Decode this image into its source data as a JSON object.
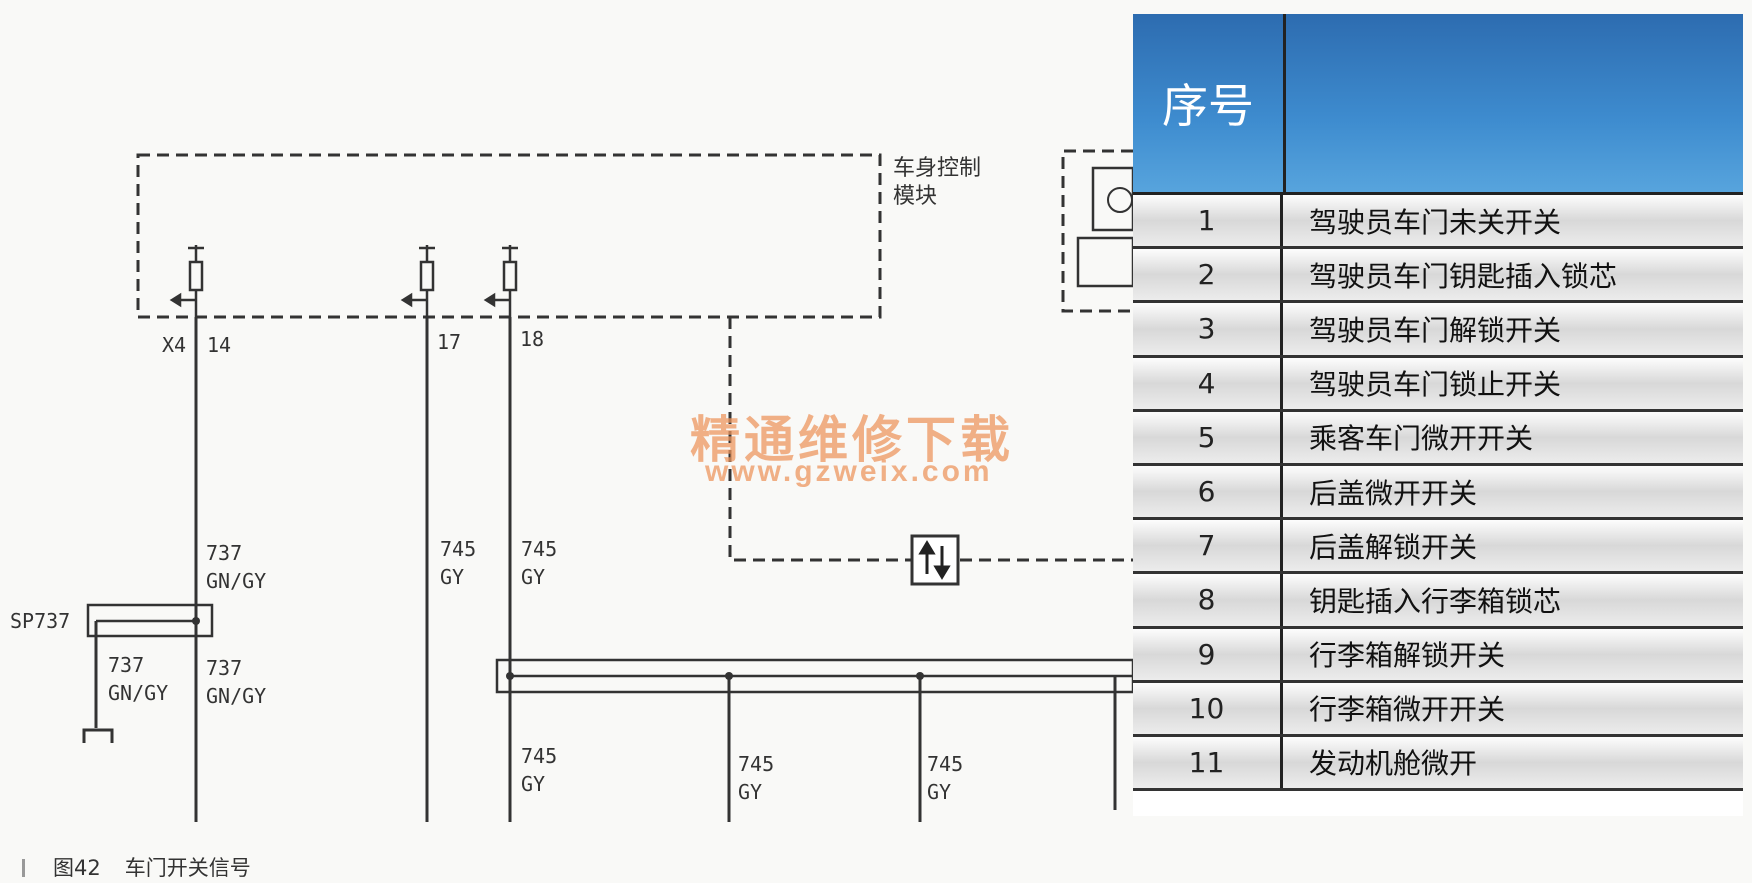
{
  "module": {
    "line1": "车身控制",
    "line2": "模块"
  },
  "connector": "X4",
  "pins": [
    "14",
    "17",
    "18"
  ],
  "wires": {
    "w737": "737",
    "gngy": "GN/GY",
    "w745": "745",
    "gy": "GY",
    "splice": "SP737"
  },
  "watermark": {
    "cn": "精通维修下载",
    "url": "www.gzweix.com"
  },
  "caption": {
    "figure": "图42",
    "title": "车门开关信号"
  },
  "table": {
    "header_no": "序号",
    "rows": [
      {
        "no": "1",
        "name": "驾驶员车门未关开关"
      },
      {
        "no": "2",
        "name": "驾驶员车门钥匙插入锁芯"
      },
      {
        "no": "3",
        "name": "驾驶员车门解锁开关"
      },
      {
        "no": "4",
        "name": "驾驶员车门锁止开关"
      },
      {
        "no": "5",
        "name": "乘客车门微开开关"
      },
      {
        "no": "6",
        "name": "后盖微开开关"
      },
      {
        "no": "7",
        "name": "后盖解锁开关"
      },
      {
        "no": "8",
        "name": "钥匙插入行李箱锁芯"
      },
      {
        "no": "9",
        "name": "行李箱解锁开关"
      },
      {
        "no": "10",
        "name": "行李箱微开开关"
      },
      {
        "no": "11",
        "name": "发动机舱微开"
      }
    ]
  },
  "colors": {
    "header_blue": "#3e8ccf",
    "watermark": "#ec965f"
  }
}
